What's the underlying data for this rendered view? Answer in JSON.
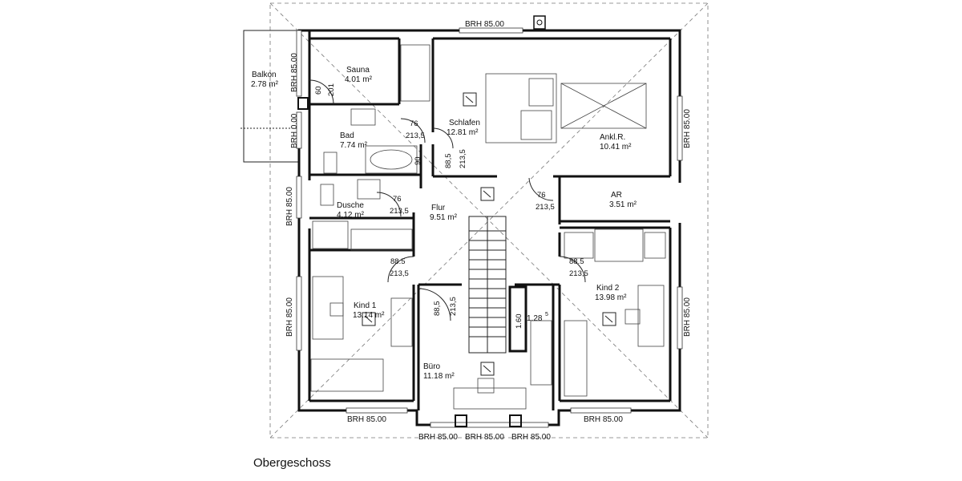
{
  "drawing_title": "Obergeschoss",
  "rooms": {
    "balkon": {
      "name": "Balkon",
      "area": "2.78 m²"
    },
    "sauna": {
      "name": "Sauna",
      "area": "4.01 m²"
    },
    "bad": {
      "name": "Bad",
      "area": "7.74 m²"
    },
    "schlafen": {
      "name": "Schlafen",
      "area": "12.81 m²"
    },
    "ankl": {
      "name": "Ankl.R.",
      "area": "10.41 m²"
    },
    "dusche": {
      "name": "Dusche",
      "area": "4.12 m²"
    },
    "flur": {
      "name": "Flur",
      "area": "9.51 m²"
    },
    "ar": {
      "name": "AR",
      "area": "3.51 m²"
    },
    "kind1": {
      "name": "Kind 1",
      "area": "13.14 m²"
    },
    "kind2": {
      "name": "Kind 2",
      "area": "13.98 m²"
    },
    "buero": {
      "name": "Büro",
      "area": "11.18 m²"
    }
  },
  "brh_labels": {
    "top": "BRH 85.00",
    "left_upper": "BRH 85.00",
    "left_balcony": "BRH 0.00",
    "left_dusche": "BRH 85.00",
    "left_kind1": "BRH 85.00",
    "right_upper": "BRH 85.00",
    "right_lower": "BRH 85.00",
    "bottom_left": "BRH 85.00",
    "bottom_right": "BRH 85.00",
    "bottom_buero_1": "BRH 85.00",
    "bottom_buero_2": "BRH 85.00",
    "bottom_buero_3": "BRH 85.00"
  },
  "dimensions": {
    "sauna_door_w": "60",
    "sauna_door_h": "201",
    "bad_door_w": "76",
    "bad_door_h": "213,5",
    "bad_side_w": "90",
    "schlafen_door_w": "88,5",
    "schlafen_door_h": "213,5",
    "dusche_door_w": "76",
    "dusche_door_h": "213,5",
    "ar_door_w": "76",
    "ar_door_h": "213,5",
    "kind1_door_w": "88.5",
    "kind1_door_h": "213,5",
    "kind2_door_w": "88.5",
    "kind2_door_h": "213,5",
    "buero_door_w": "88,5",
    "buero_door_h": "213,5",
    "stair_h": "1.60",
    "stair_w": "1.28",
    "stair_w_sup": "5"
  },
  "colors": {
    "wall": "#111111",
    "guide": "#777777",
    "furniture": "#444444"
  }
}
